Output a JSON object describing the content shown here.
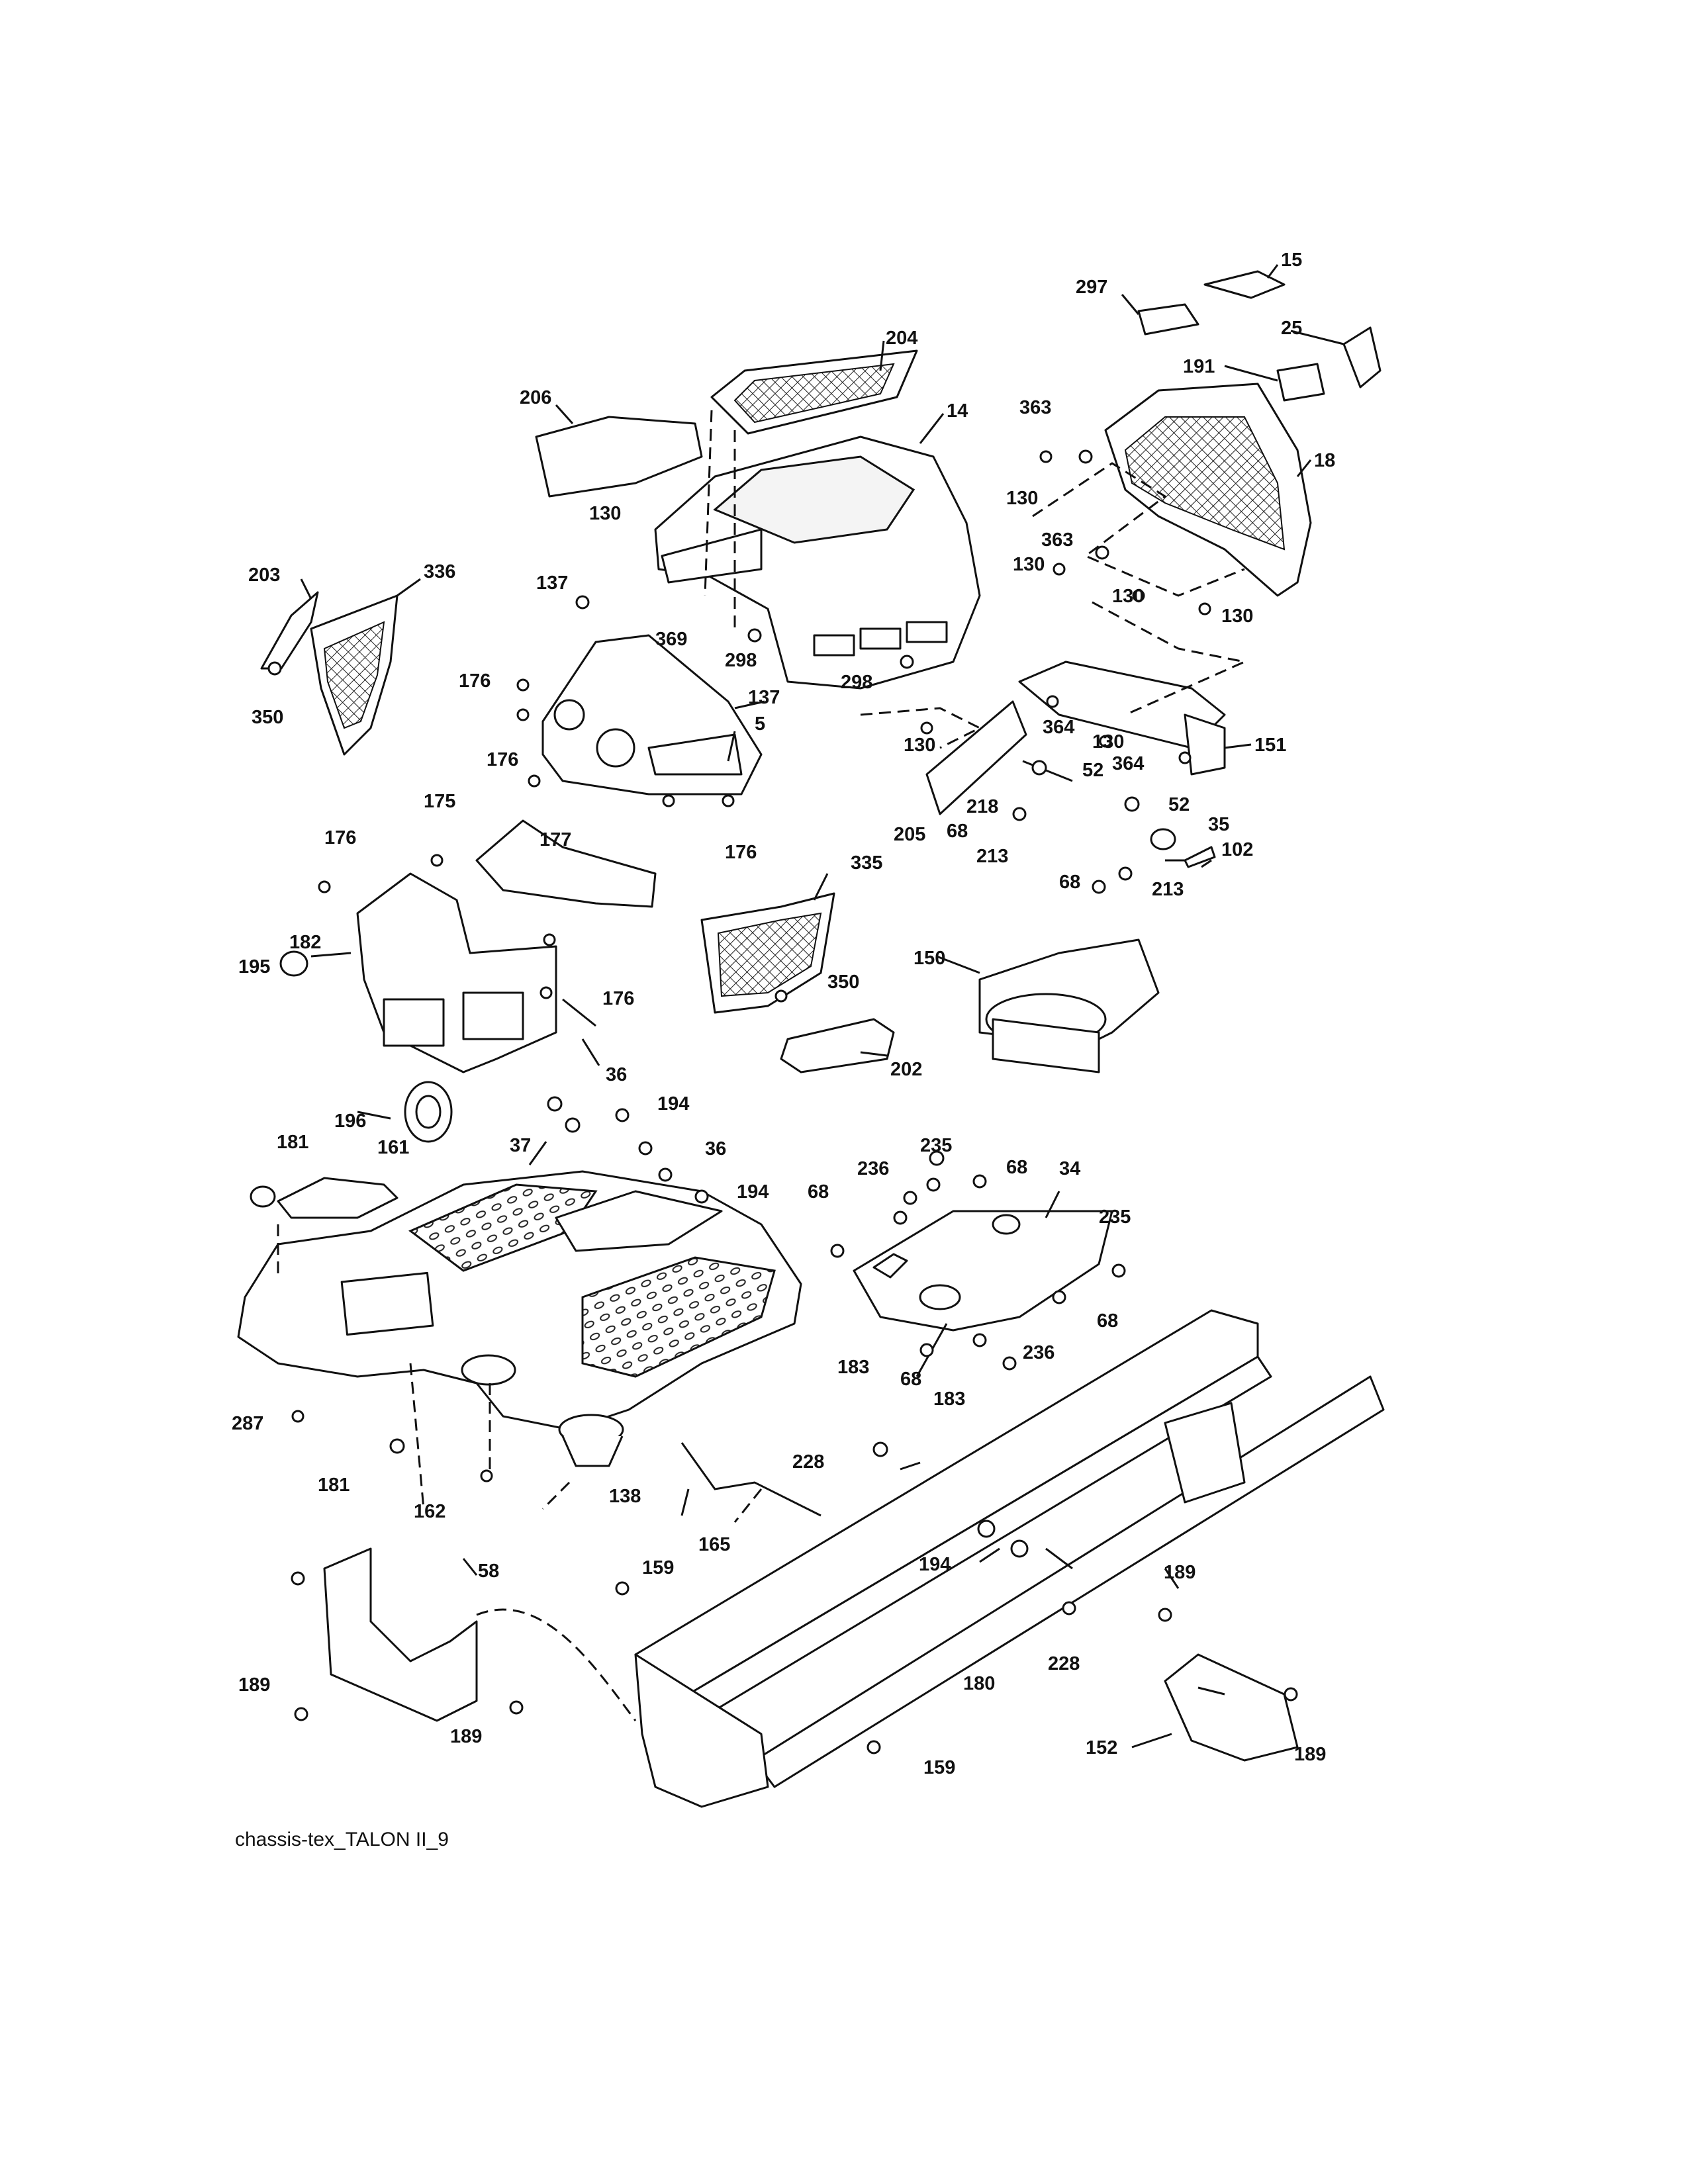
{
  "caption": "chassis-tex_TALON II_9",
  "parts": {
    "p5": "5",
    "p14": "14",
    "p15": "15",
    "p18": "18",
    "p25": "25",
    "p34": "34",
    "p35": "35",
    "p36a": "36",
    "p36b": "36",
    "p37": "37",
    "p52a": "52",
    "p52b": "52",
    "p58": "58",
    "p68a": "68",
    "p68b": "68",
    "p68c": "68",
    "p68d": "68",
    "p68e": "68",
    "p68f": "68",
    "p102": "102",
    "p130a": "130",
    "p130b": "130",
    "p130c": "130",
    "p130d": "130",
    "p130e": "130",
    "p130f": "130",
    "p130g": "130",
    "p130h": "130",
    "p137a": "137",
    "p137b": "137",
    "p138": "138",
    "p150": "150",
    "p151": "151",
    "p152": "152",
    "p159a": "159",
    "p159b": "159",
    "p161": "161",
    "p162": "162",
    "p165": "165",
    "p175": "175",
    "p176a": "176",
    "p176b": "176",
    "p176c": "176",
    "p176d": "176",
    "p176e": "176",
    "p177": "177",
    "p180": "180",
    "p181a": "181",
    "p181b": "181",
    "p182": "182",
    "p183a": "183",
    "p183b": "183",
    "p189a": "189",
    "p189b": "189",
    "p189c": "189",
    "p189d": "189",
    "p191": "191",
    "p194a": "194",
    "p194b": "194",
    "p194c": "194",
    "p195": "195",
    "p196": "196",
    "p202": "202",
    "p203": "203",
    "p204": "204",
    "p205": "205",
    "p206": "206",
    "p213a": "213",
    "p213b": "213",
    "p218": "218",
    "p228a": "228",
    "p228b": "228",
    "p235a": "235",
    "p235b": "235",
    "p236a": "236",
    "p236b": "236",
    "p287": "287",
    "p297": "297",
    "p298a": "298",
    "p298b": "298",
    "p335": "335",
    "p336": "336",
    "p350a": "350",
    "p350b": "350",
    "p363a": "363",
    "p363b": "363",
    "p364a": "364",
    "p364b": "364",
    "p369": "369"
  }
}
